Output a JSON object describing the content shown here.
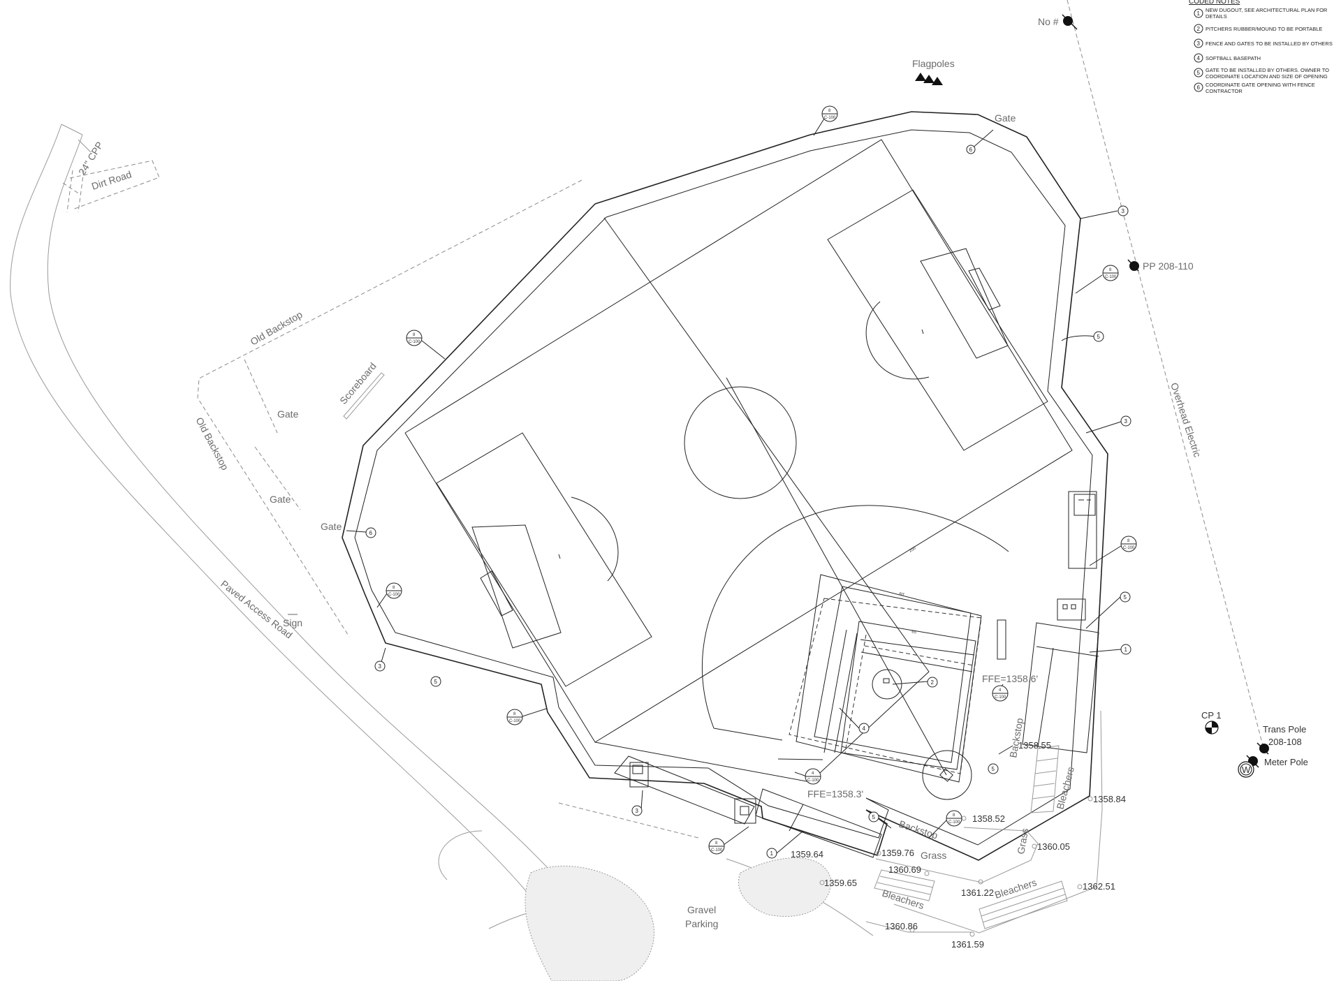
{
  "coded_notes": {
    "title": "CODED NOTES",
    "items": [
      {
        "num": "1",
        "text": [
          "NEW DUGOUT, SEE ARCHITECTURAL PLAN FOR",
          "DETAILS"
        ]
      },
      {
        "num": "2",
        "text": [
          "PITCHERS RUBBER/MOUND TO BE PORTABLE"
        ]
      },
      {
        "num": "3",
        "text": [
          "FENCE AND GATES TO BE INSTALLED BY OTHERS"
        ]
      },
      {
        "num": "4",
        "text": [
          "SOFTBALL BASEPATH"
        ]
      },
      {
        "num": "5",
        "text": [
          "GATE TO BE INSTALLED BY OTHERS.  OWNER TO",
          "COORDINATE LOCATION AND SIZE OF OPENING"
        ]
      },
      {
        "num": "6",
        "text": [
          "COORDINATE GATE OPENING WITH FENCE",
          "CONTRACTOR"
        ]
      }
    ]
  },
  "labels": {
    "no_pole": "No #",
    "flagpoles": "Flagpoles",
    "gate": "Gate",
    "pp": "PP 208-110",
    "overhead": "Overhead Electric",
    "cpp": "24\" CPP",
    "dirt_road": "Dirt Road",
    "old_backstop": "Old Backstop",
    "scoreboard": "Scoreboard",
    "paved_road": "Paved Access Road",
    "sign": "Sign",
    "cp1": "CP 1",
    "trans_pole": "Trans Pole",
    "trans_pole_num": "208-108",
    "meter_pole": "Meter Pole",
    "meter_symbol": "W",
    "ffe1": "FFE=1358.6'",
    "ffe2": "FFE=1358.3'",
    "backstop": "Backstop",
    "bleachers": "Bleachers",
    "grass": "Grass",
    "gravel": "Gravel",
    "parking": "Parking"
  },
  "detail_ref": {
    "top": "8",
    "bottom": "C-100"
  },
  "detail_ref4": {
    "top": "4",
    "bottom": "C-100"
  },
  "elevations": {
    "e1": "1358.52",
    "e2": "1358.84",
    "e3": "1360.05",
    "e4": "1362.51",
    "e5": "1361.22",
    "e6": "1360.69",
    "e7": "1359.64",
    "e8": "1359.76",
    "e9": "1359.65",
    "e10": "1360.86",
    "e11": "1361.59",
    "e12": "1358.55"
  },
  "bubbles": {
    "n1": "1",
    "n2": "2",
    "n3": "3",
    "n4": "4",
    "n5": "5",
    "n6": "6"
  },
  "dims": {
    "d60": "60'",
    "d65": "65'",
    "d250": "200'"
  }
}
